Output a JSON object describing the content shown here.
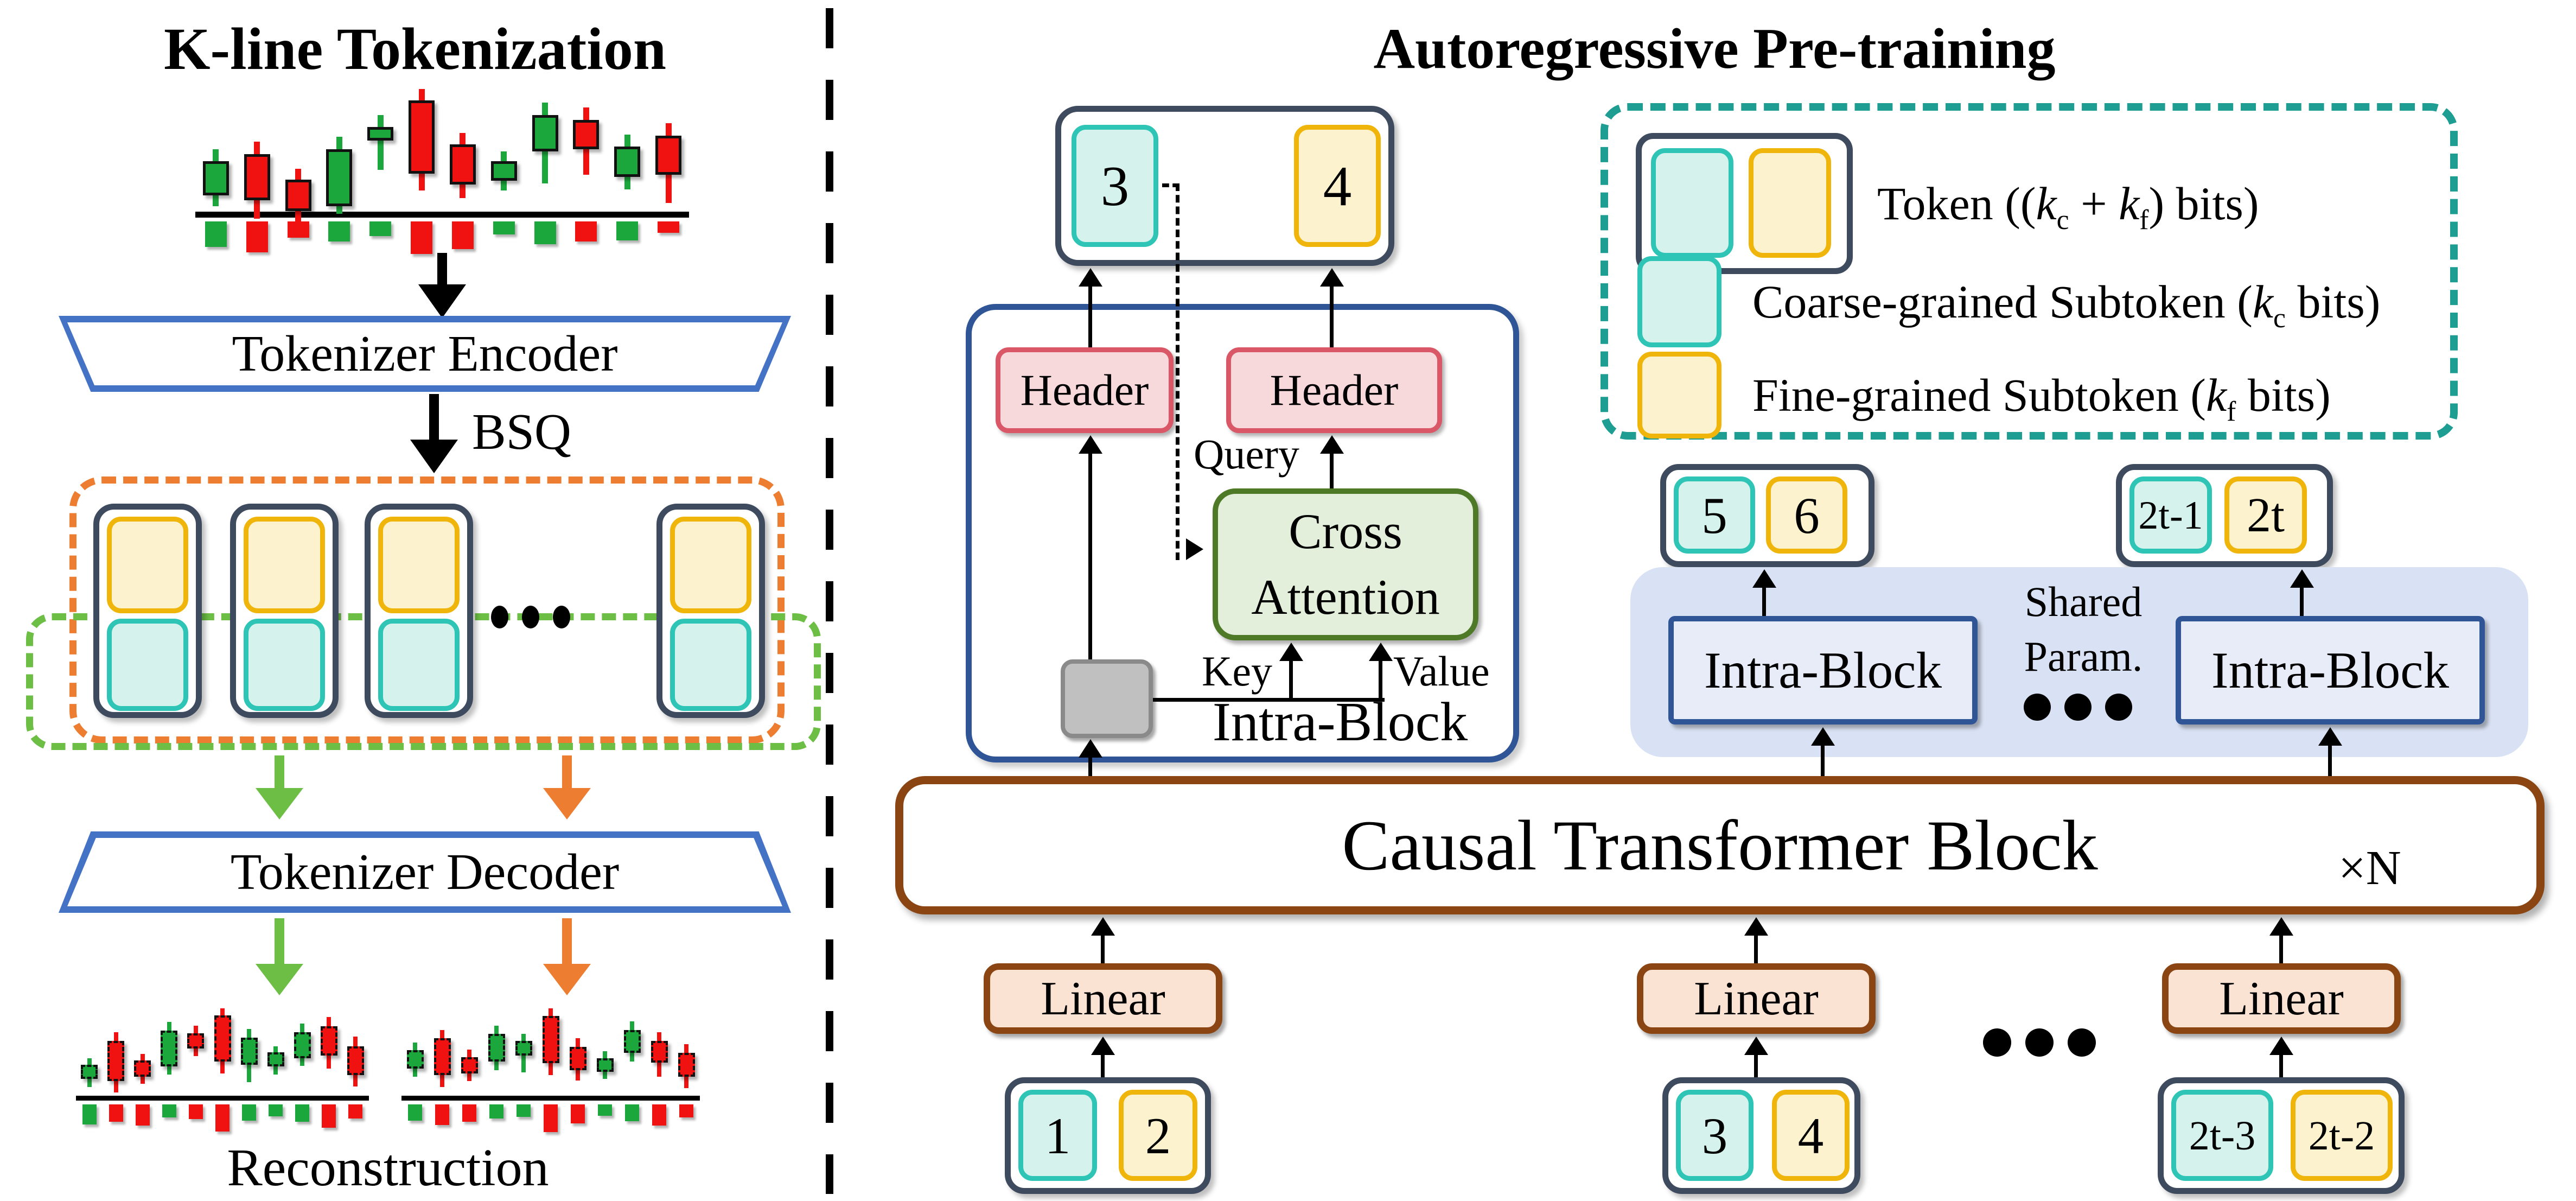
{
  "colors": {
    "candle_green": "#1CA73C",
    "candle_red": "#F01111",
    "teal_fill": "#D5F2EC",
    "teal_border": "#2EC4B6",
    "yellow_fill": "#FCF2CE",
    "yellow_border": "#F0B50A",
    "navy_border": "#3E4A5E",
    "royal_blue": "#2F5597",
    "office_blue": "#4472C4",
    "orange_dash": "#ED7D31",
    "green_dash": "#6CBE45",
    "legend_teal_dash": "#1E9E92",
    "pink_fill": "#F7D9DC",
    "pink_border": "#D95766",
    "crossattn_fill": "#E3EFDA",
    "crossattn_border": "#4E7A28",
    "gray_fill": "#C0C0C0",
    "lavender_band": "#D9E2F4",
    "brown": "#8A4513",
    "linear_fill": "#FBE3D4"
  },
  "left_panel": {
    "title": "K-line Tokenization",
    "encoder_label": "Tokenizer Encoder",
    "bsq_label": "BSQ",
    "decoder_label": "Tokenizer Decoder",
    "reconstruction_label": "Reconstruction",
    "kline_chart": {
      "type": "candlestick",
      "note": "decorative K-line (OHLC) chart with volume bars; values are relative percents [color, wickTop, bodyTop, bodyBottom, wickBottom, volume]",
      "candles": [
        [
          "g",
          50,
          60,
          88,
          97,
          78
        ],
        [
          "r",
          44,
          54,
          92,
          107,
          95
        ],
        [
          "r",
          66,
          75,
          101,
          113,
          50
        ],
        [
          "g",
          40,
          50,
          97,
          103,
          62
        ],
        [
          "g",
          22,
          32,
          43,
          67,
          45
        ],
        [
          "r",
          1,
          10,
          70,
          84,
          100
        ],
        [
          "r",
          37,
          46,
          79,
          90,
          85
        ],
        [
          "g",
          52,
          60,
          76,
          84,
          40
        ],
        [
          "g",
          12,
          22,
          52,
          78,
          70
        ],
        [
          "r",
          16,
          26,
          50,
          71,
          62
        ],
        [
          "g",
          38,
          48,
          73,
          83,
          58
        ],
        [
          "r",
          29,
          39,
          71,
          94,
          35
        ]
      ]
    },
    "recon_chart_left": {
      "type": "candlestick",
      "candles": [
        [
          "g",
          58,
          66,
          82,
          92,
          68
        ],
        [
          "r",
          28,
          38,
          85,
          98,
          60
        ],
        [
          "r",
          53,
          61,
          80,
          88,
          72
        ],
        [
          "g",
          16,
          26,
          68,
          77,
          45
        ],
        [
          "r",
          20,
          29,
          47,
          56,
          50
        ],
        [
          "r",
          0,
          8,
          62,
          76,
          92
        ],
        [
          "g",
          24,
          34,
          66,
          86,
          55
        ],
        [
          "g",
          44,
          51,
          68,
          77,
          40
        ],
        [
          "g",
          18,
          28,
          58,
          67,
          60
        ],
        [
          "r",
          10,
          21,
          55,
          70,
          80
        ],
        [
          "r",
          33,
          44,
          78,
          91,
          48
        ]
      ]
    },
    "recon_chart_right": {
      "type": "candlestick",
      "candles": [
        [
          "g",
          40,
          49,
          70,
          80,
          55
        ],
        [
          "r",
          25,
          35,
          78,
          92,
          70
        ],
        [
          "r",
          48,
          57,
          76,
          85,
          60
        ],
        [
          "g",
          20,
          30,
          62,
          72,
          48
        ],
        [
          "g",
          30,
          38,
          55,
          75,
          42
        ],
        [
          "r",
          0,
          9,
          64,
          78,
          95
        ],
        [
          "r",
          35,
          45,
          72,
          84,
          65
        ],
        [
          "g",
          50,
          58,
          74,
          82,
          38
        ],
        [
          "g",
          15,
          25,
          52,
          62,
          58
        ],
        [
          "r",
          28,
          38,
          63,
          80,
          72
        ],
        [
          "r",
          42,
          52,
          80,
          93,
          45
        ]
      ]
    }
  },
  "right_panel": {
    "title": "Autoregressive Pre-training",
    "legend": {
      "rows": [
        {
          "icon": "token-pair",
          "pre": "Token ((",
          "k1": "k",
          "s1": "c",
          "mid": " + ",
          "k2": "k",
          "s2": "f",
          "post": ") bits)"
        },
        {
          "icon": "coarse-subtoken",
          "pre": "Coarse-grained Subtoken (",
          "k1": "k",
          "s1": "c",
          "post": " bits)"
        },
        {
          "icon": "fine-subtoken",
          "pre": "Fine-grained Subtoken (",
          "k1": "k",
          "s1": "f",
          "post": " bits)"
        }
      ]
    },
    "intra_detail": {
      "header1": "Header",
      "header2": "Header",
      "query": "Query",
      "key": "Key",
      "value": "Value",
      "cross_attention": "Cross Attention",
      "label": "Intra-Block"
    },
    "shared_param": "Shared Param.",
    "intra_box_label": "Intra-Block",
    "ctb_label": "Causal Transformer Block",
    "ctb_repeat": "×N",
    "linear_label": "Linear",
    "tokens": {
      "top": [
        "3",
        "4"
      ],
      "mid_left": [
        "5",
        "6"
      ],
      "mid_right": [
        "2t-1",
        "2t"
      ],
      "bot1": [
        "1",
        "2"
      ],
      "bot2": [
        "3",
        "4"
      ],
      "bot3": [
        "2t-3",
        "2t-2"
      ]
    }
  }
}
